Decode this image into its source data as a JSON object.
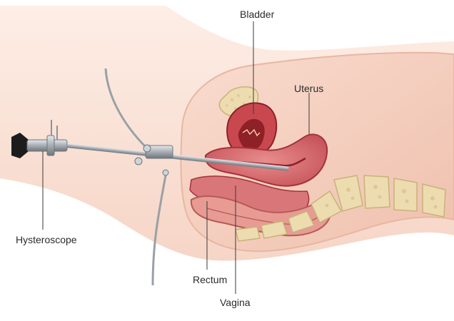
{
  "labels": {
    "bladder": "Bladder",
    "uterus": "Uterus",
    "hysteroscope": "Hysteroscope",
    "rectum": "Rectum",
    "vagina": "Vagina"
  },
  "colors": {
    "skin_light": "#fbe4d9",
    "skin_mid": "#f3c9b7",
    "tissue": "#eeb3a3",
    "organ_red": "#c9484f",
    "organ_dark": "#8e2027",
    "bone": "#ecdcb0",
    "bone_dark": "#c9b27a",
    "steel": "#b9bec4",
    "steel_dark": "#6e757c",
    "eyepiece": "#1c1c1c",
    "leader_line": "#3a3a3a"
  },
  "icons": {
    "instrument": "hysteroscope-icon"
  }
}
